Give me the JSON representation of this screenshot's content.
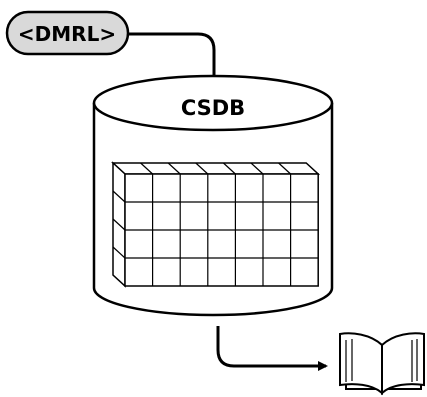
{
  "tag_label": "<DMRL>",
  "db_label": "CSDB",
  "grid": {
    "columns": 7,
    "rows": 4
  },
  "icons": [
    "database-cylinder-icon",
    "data-cube-grid-icon",
    "open-book-icon",
    "arrow-icon"
  ],
  "colors": {
    "tag_fill": "#d9d9d9",
    "stroke": "#000000",
    "background": "#ffffff"
  }
}
